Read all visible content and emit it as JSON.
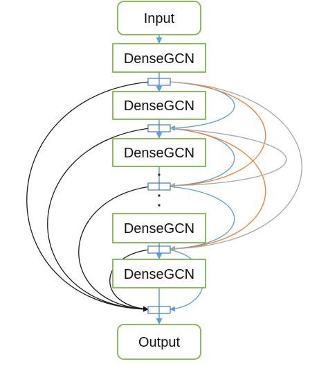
{
  "diagram": {
    "input_label": "Input",
    "output_label": "Output",
    "blocks": [
      {
        "label": "DenseGCN"
      },
      {
        "label": "DenseGCN"
      },
      {
        "label": "DenseGCN"
      },
      {
        "label": "DenseGCN"
      },
      {
        "label": "DenseGCN"
      }
    ],
    "ellipsis": "·\n·\n·"
  },
  "colors": {
    "node_border": "#7ab648",
    "junction_border": "#4a86c8",
    "arrow_main": "#5aa0d8",
    "curve_black": "#1a1a1a",
    "curve_blue": "#5b9bd5",
    "curve_orange": "#ed7d31",
    "curve_gray": "#a6a6a6"
  }
}
